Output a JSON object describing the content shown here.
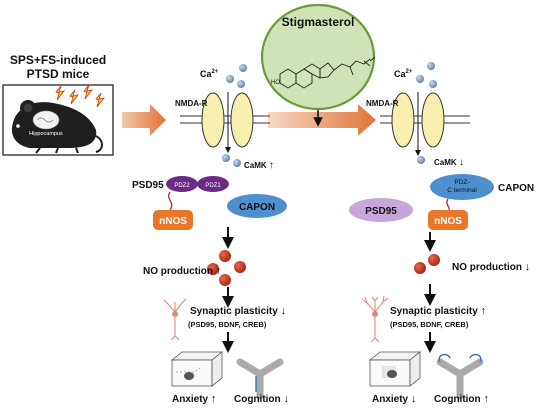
{
  "model": {
    "title_line1": "SPS+FS-induced",
    "title_line2": "PTSD mice",
    "brain_region": "Hippocampus"
  },
  "compound": {
    "name": "Stigmasterol",
    "oh_label": "HO"
  },
  "left_panel": {
    "ion": "Ca",
    "ion_charge": "2+",
    "receptor": "NMDA-R",
    "camk": "CaMK",
    "camk_arrow": "↑",
    "psd95": "PSD95",
    "pdz2": "PDZ2",
    "pdz1": "PDZ1",
    "nnos": "nNOS",
    "capon": "CAPON",
    "no_production": "NO production",
    "no_arrow": "↑",
    "synaptic": "Synaptic plasticity",
    "synaptic_arrow": "↓",
    "markers": "(PSD95, BDNF, CREB)",
    "anxiety": "Anxiety",
    "anxiety_arrow": "↑",
    "cognition": "Cognition",
    "cognition_arrow": "↓"
  },
  "right_panel": {
    "ion": "Ca",
    "ion_charge": "2+",
    "receptor": "NMDA-R",
    "camk": "CaMK",
    "camk_arrow": "↓",
    "pdz_c_line1": "PDZ-",
    "pdz_c_line2": "C terminal",
    "capon": "CAPON",
    "psd95": "PSD95",
    "nnos": "nNOS",
    "no_production": "NO production",
    "no_arrow": "↓",
    "synaptic": "Synaptic plasticity",
    "synaptic_arrow": "↑",
    "markers": "(PSD95, BDNF, CREB)",
    "anxiety": "Anxiety",
    "anxiety_arrow": "↓",
    "cognition": "Cognition",
    "cognition_arrow": "↑"
  },
  "colors": {
    "stigmasterol_fill": "#cfe3b6",
    "stigmasterol_stroke": "#6a9a3c",
    "receptor_fill": "#f7efad",
    "psd_domain": "#6b2b86",
    "psd95_light": "#c9a6d9",
    "capon_blue": "#4f8fd0",
    "nnos_orange": "#e8762b",
    "no_red": "#c9301f",
    "ca_ball": "#8da7c8",
    "arrow_orange": "#e78a55"
  }
}
